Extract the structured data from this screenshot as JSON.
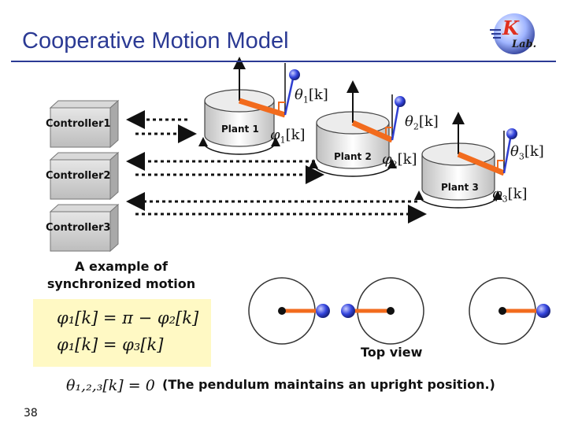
{
  "slide": {
    "title": "Cooperative Motion Model",
    "page_number": "38",
    "logo_text": "K Lab."
  },
  "controllers": [
    {
      "label": "Controller1"
    },
    {
      "label": "Controller2"
    },
    {
      "label": "Controller3"
    }
  ],
  "plants": [
    {
      "label": "Plant 1",
      "theta": "θ",
      "theta_sub": "1",
      "phi": "φ",
      "phi_sub": "1",
      "index": "[k]"
    },
    {
      "label": "Plant 2",
      "theta": "θ",
      "theta_sub": "2",
      "phi": "φ",
      "phi_sub": "2",
      "index": "[k]"
    },
    {
      "label": "Plant 3",
      "theta": "θ",
      "theta_sub": "3",
      "phi": "φ",
      "phi_sub": "3",
      "index": "[k]"
    }
  ],
  "example": {
    "caption_line1": "A example of",
    "caption_line2": "synchronized motion",
    "eq1": "φ₁[k] = π − φ₂[k]",
    "eq2": "φ₁[k] = φ₃[k]",
    "eq3": "θ₁,₂,₃[k] = 0"
  },
  "top_view": {
    "label": "Top view"
  },
  "note": "(The pendulum maintains an upright position.)",
  "colors": {
    "title": "#2b3a94",
    "arm": "#f26b1d",
    "pendulum_ball": "#2f3fd1",
    "callout": "#fff9c4"
  },
  "icons": [
    "cube-icon",
    "cylinder-icon",
    "pendulum-icon",
    "arrow-icon"
  ]
}
